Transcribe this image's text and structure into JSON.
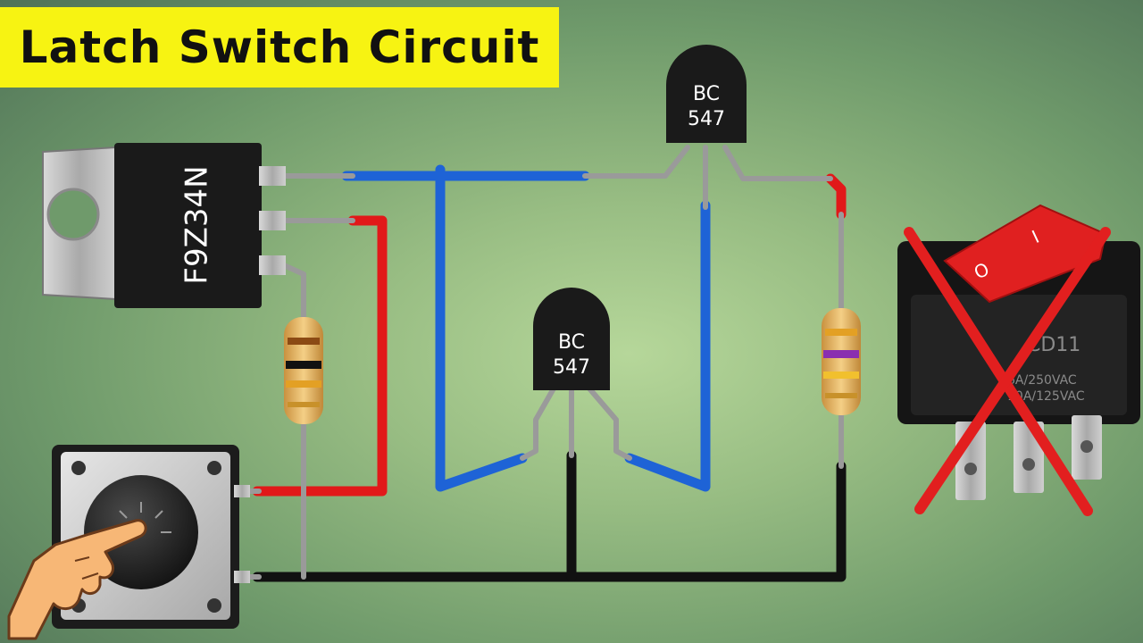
{
  "title": "Latch Switch Circuit",
  "components": {
    "mosfet": {
      "part_number": "F9Z34N"
    },
    "transistor_top": {
      "line1": "BC",
      "line2": "547"
    },
    "transistor_middle": {
      "line1": "BC",
      "line2": "547"
    },
    "rocker_switch": {
      "model": "CD11",
      "rating1": "6A/250VAC",
      "rating2": "10A/125VAC",
      "on_symbol": "I",
      "off_symbol": "O"
    }
  },
  "colors": {
    "title_background": "#f7f312",
    "wire_blue": "#1e63d6",
    "wire_red": "#e11919",
    "wire_black": "#111111",
    "lead_gray": "#9a9a9a",
    "cross_red": "#e21f1f",
    "rocker_red": "#e02020"
  },
  "icons": [
    "hand-pointer-icon",
    "red-x-icon"
  ]
}
